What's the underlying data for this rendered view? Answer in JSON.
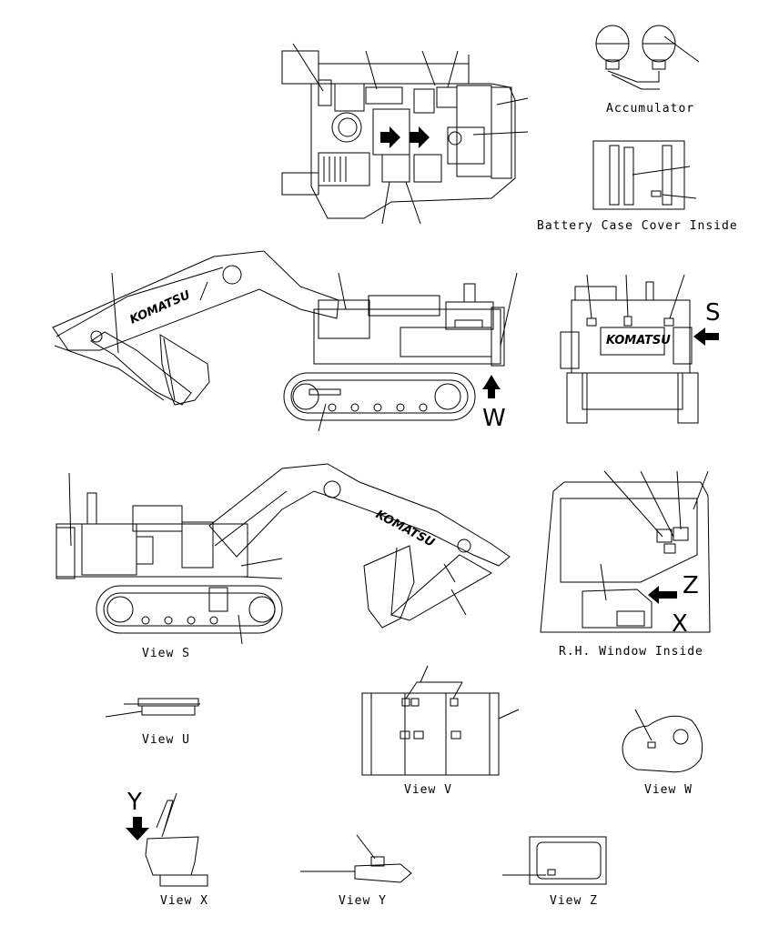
{
  "labels": {
    "accumulator": "Accumulator",
    "battery_case": "Battery Case Cover Inside",
    "view_s": "View S",
    "rh_window": "R.H. Window Inside",
    "view_u": "View U",
    "view_v": "View V",
    "view_w": "View W",
    "view_x": "View X",
    "view_y": "View Y",
    "view_z": "View Z"
  },
  "view_markers": {
    "s": "S",
    "w": "W",
    "y": "Y",
    "x": "X",
    "z": "Z"
  },
  "brand": {
    "boom_text": "KOMATSU",
    "rear_text": "KOMATSU"
  }
}
